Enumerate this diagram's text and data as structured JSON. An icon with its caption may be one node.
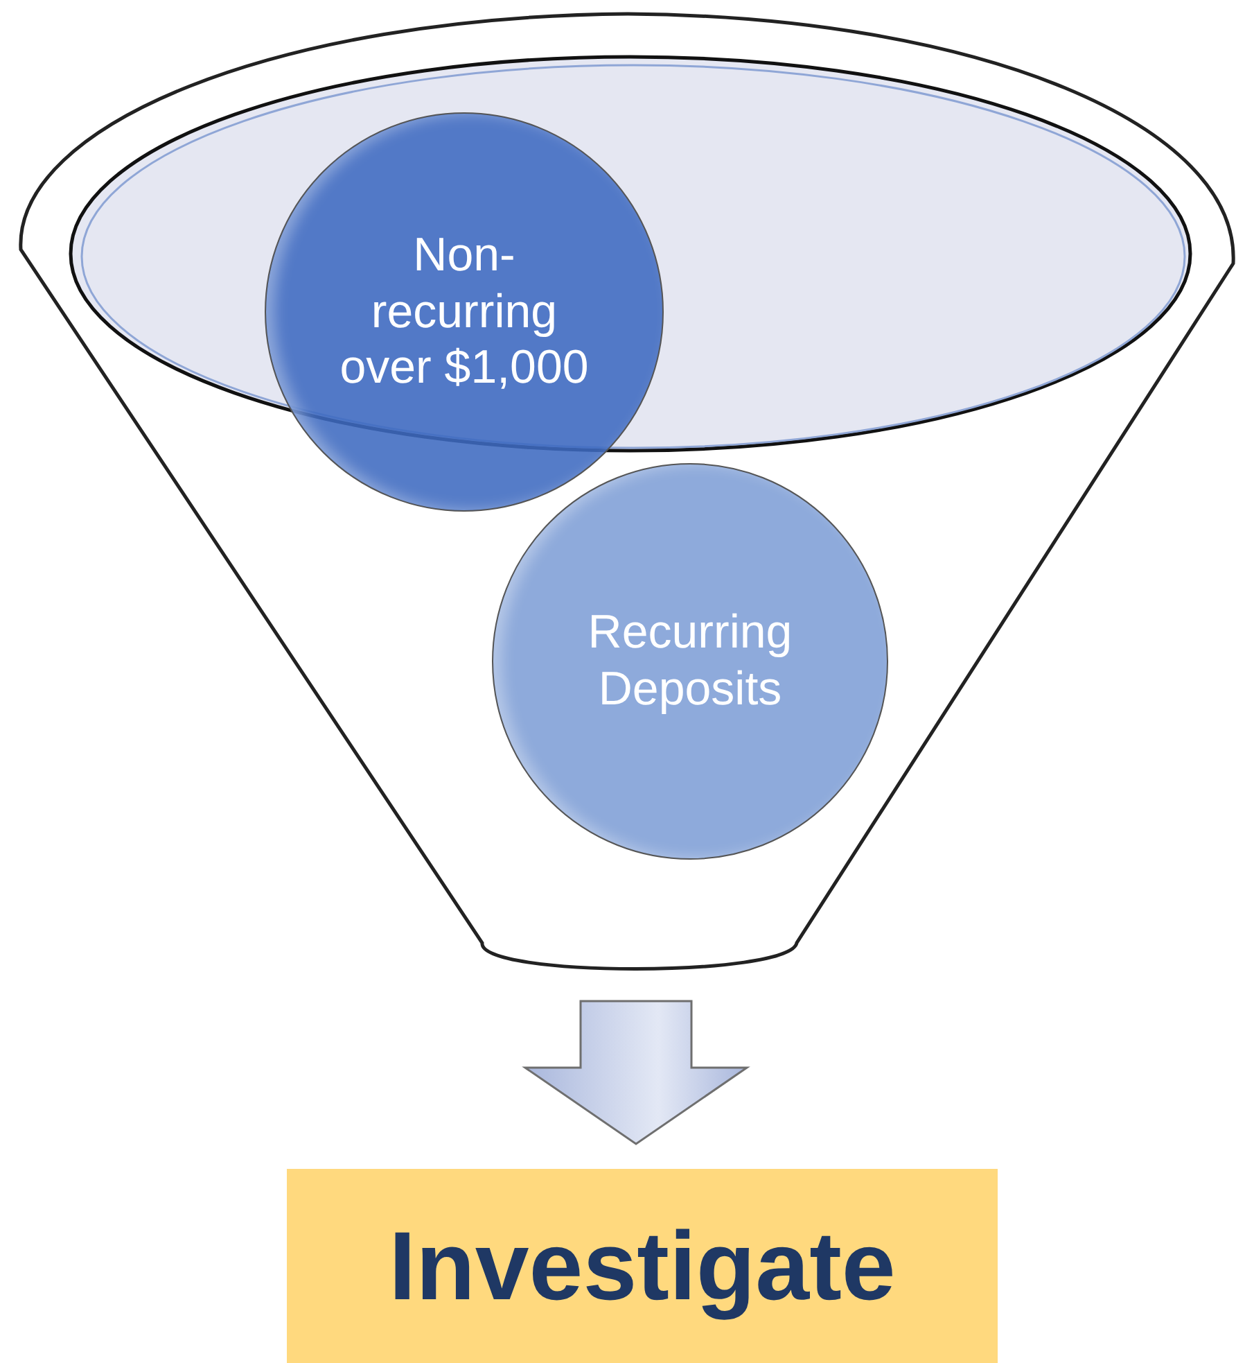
{
  "diagram": {
    "nodes": [
      {
        "text": [],
        "shape": "funnel"
      },
      {
        "text": [
          "Non-recurring over $1,000"
        ],
        "in": 0
      },
      {
        "text": [
          "Recurring Deposits"
        ],
        "in": 0
      },
      {
        "text": [
          "Investigate"
        ]
      }
    ],
    "edges": [
      {
        "from": 0,
        "to": 3,
        "arrow": "to"
      }
    ]
  }
}
